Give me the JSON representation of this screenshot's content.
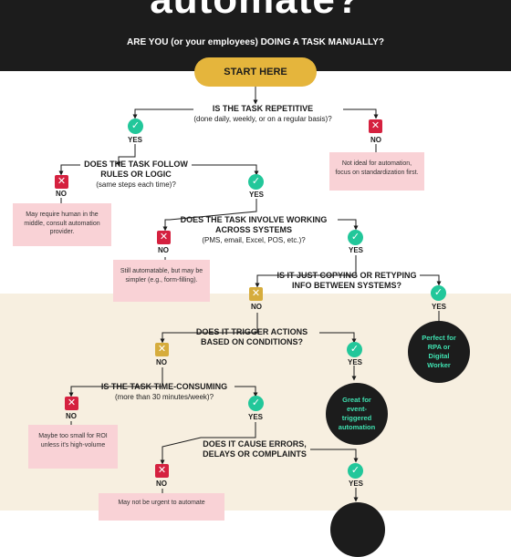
{
  "header": {
    "title": "automate?",
    "subtitle": "ARE YOU (or your employees) DOING A TASK MANUALLY?"
  },
  "start": {
    "label": "START HERE"
  },
  "q1": {
    "title": "IS THE TASK REPETITIVE",
    "sub": "(done daily, weekly, or on a regular basis)?",
    "yes": "YES",
    "no": "NO",
    "no_note": "Not ideal for automation, focus on standardization first."
  },
  "q2": {
    "title_line1": "DOES THE TASK FOLLOW",
    "title_line2": "RULES OR LOGIC",
    "sub": "(same steps each time)?",
    "yes": "YES",
    "no": "NO",
    "no_note": "May require human in the middle, consult automation provider."
  },
  "q3": {
    "title_line1": "DOES THE TASK INVOLVE WORKING",
    "title_line2": "ACROSS SYSTEMS",
    "sub": "(PMS, email, Excel, POS, etc.)?",
    "yes": "YES",
    "no": "NO",
    "no_note": "Still automatable, but may be simpler (e.g., form-filling)."
  },
  "q4": {
    "title_line1": "IS IT JUST COPYING OR RETYPING",
    "title_line2": "INFO BETWEEN SYSTEMS?",
    "yes": "YES",
    "no": "NO",
    "yes_result": "Perfect for RPA or Digital Worker"
  },
  "q5": {
    "title_line1": "DOES IT TRIGGER ACTIONS",
    "title_line2": "BASED ON CONDITIONS?",
    "yes": "YES",
    "no": "NO",
    "yes_result": "Great for event-triggered automation"
  },
  "q6": {
    "title": "IS THE TASK TIME-CONSUMING",
    "sub": "(more than 30 minutes/week)?",
    "yes": "YES",
    "no": "NO",
    "no_note": "Maybe too small for ROI unless it's high-volume"
  },
  "q7": {
    "title_line1": "DOES IT CAUSE ERRORS,",
    "title_line2": "DELAYS OR COMPLAINTS",
    "yes": "YES",
    "no": "NO",
    "no_note": "May not be urgent to automate"
  },
  "colors": {
    "dark": "#1c1c1c",
    "gold": "#e5b53c",
    "red": "#d5213f",
    "green": "#22c79a",
    "pink": "#f9d2d6",
    "cream": "#f7efe0"
  },
  "icons": {
    "yes": "check-icon",
    "no": "x-icon"
  }
}
